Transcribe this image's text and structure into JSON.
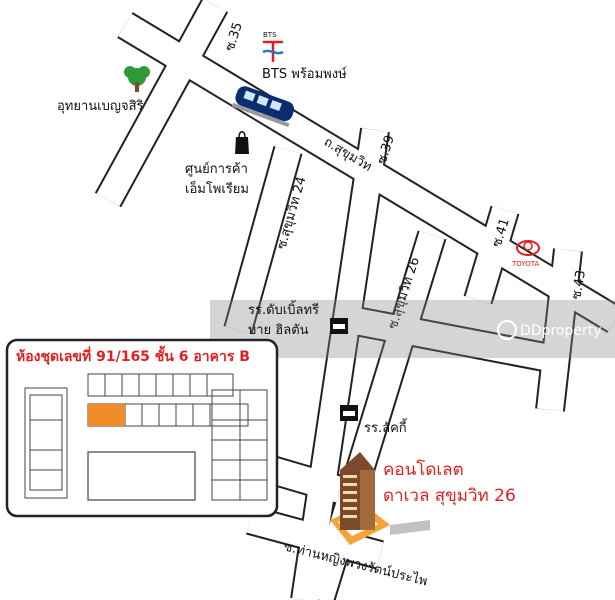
{
  "roads": {
    "soi35": "ซ.35",
    "soi39": "ซ.39",
    "soi41": "ซ.41",
    "soi43": "ซ.43",
    "sukhumvit": "ถ.สุขุมวิท",
    "sukhumvit24": "ซ.สุขุมวิท 24",
    "sukhumvit26": "ซ.สุขุมวิท 26",
    "soi_bottom": "ซ.ท่านหญิงพวงรัตน์ประไพ"
  },
  "landmarks": {
    "bts_logo": "BTS",
    "bts_station": "BTS พร้อมพงษ์",
    "park": "อุทยานเบญจสิริ",
    "mall_line1": "ศูนย์การค้า",
    "mall_line2": "เอ็มโพเรียม",
    "hotel1_line1": "รร.ดับเบิ้ลทรี",
    "hotel1_line2": "บาย ฮิลตัน",
    "hotel2": "รร.ลัคกี้",
    "toyota": "TOYOTA"
  },
  "target": {
    "line1": "คอนโดเลต",
    "line2": "ดาเวล สุขุมวิท 26"
  },
  "inset": {
    "title": "ห้องชุดเลขที่ 91/165 ชั้น 6 อาคาร B"
  },
  "watermark": "DDproperty",
  "colors": {
    "accent_red": "#e02020",
    "unit_orange": "#f08c2a",
    "road_outline": "#222222",
    "building_brown": "#7a4a2a",
    "base_orange": "#f2a33a"
  }
}
